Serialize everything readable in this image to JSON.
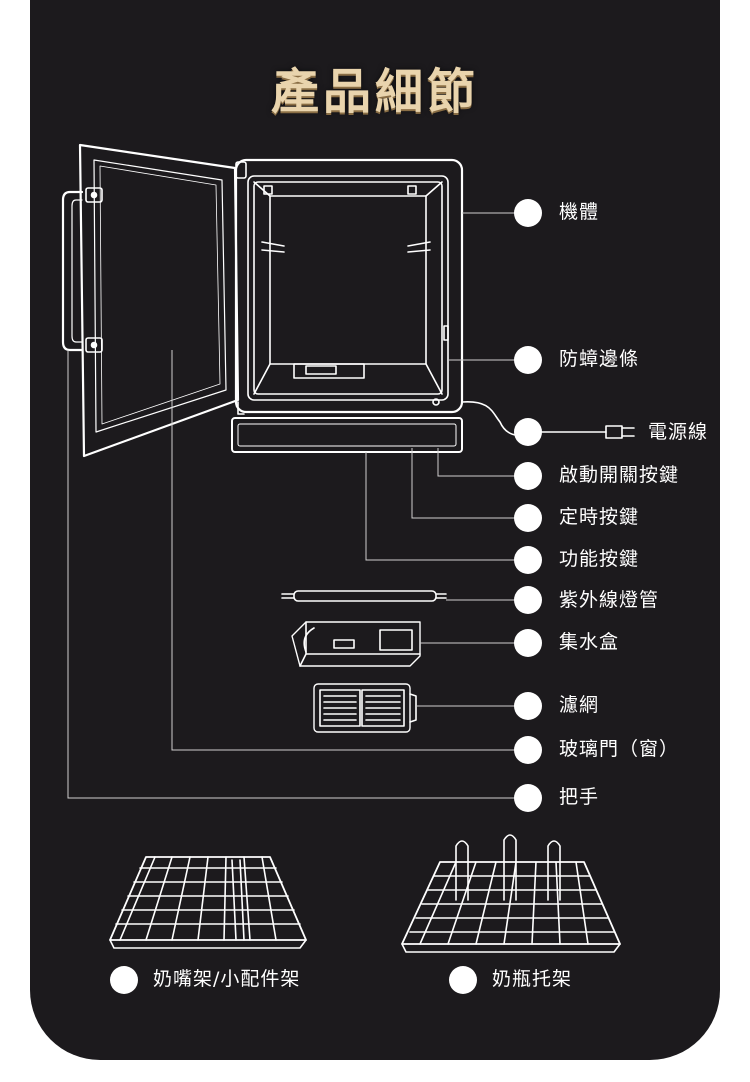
{
  "title": "產品細節",
  "callouts": [
    {
      "id": "body",
      "label": "機體"
    },
    {
      "id": "trim",
      "label": "防蟑邊條"
    },
    {
      "id": "power-cord",
      "label": "電源線"
    },
    {
      "id": "start-switch",
      "label": "啟動開關按鍵"
    },
    {
      "id": "timer-button",
      "label": "定時按鍵"
    },
    {
      "id": "function-button",
      "label": "功能按鍵"
    },
    {
      "id": "uv-lamp",
      "label": "紫外線燈管"
    },
    {
      "id": "water-box",
      "label": "集水盒"
    },
    {
      "id": "filter",
      "label": "濾網"
    },
    {
      "id": "glass-door",
      "label": "玻璃門（窗）"
    },
    {
      "id": "handle",
      "label": "把手"
    }
  ],
  "racks": [
    {
      "id": "nipple-rack",
      "label": "奶嘴架/小配件架"
    },
    {
      "id": "bottle-rack",
      "label": "奶瓶托架"
    }
  ],
  "colors": {
    "background": "#1c1a1d",
    "line": "#ffffff",
    "title": "#e9d4ad"
  }
}
